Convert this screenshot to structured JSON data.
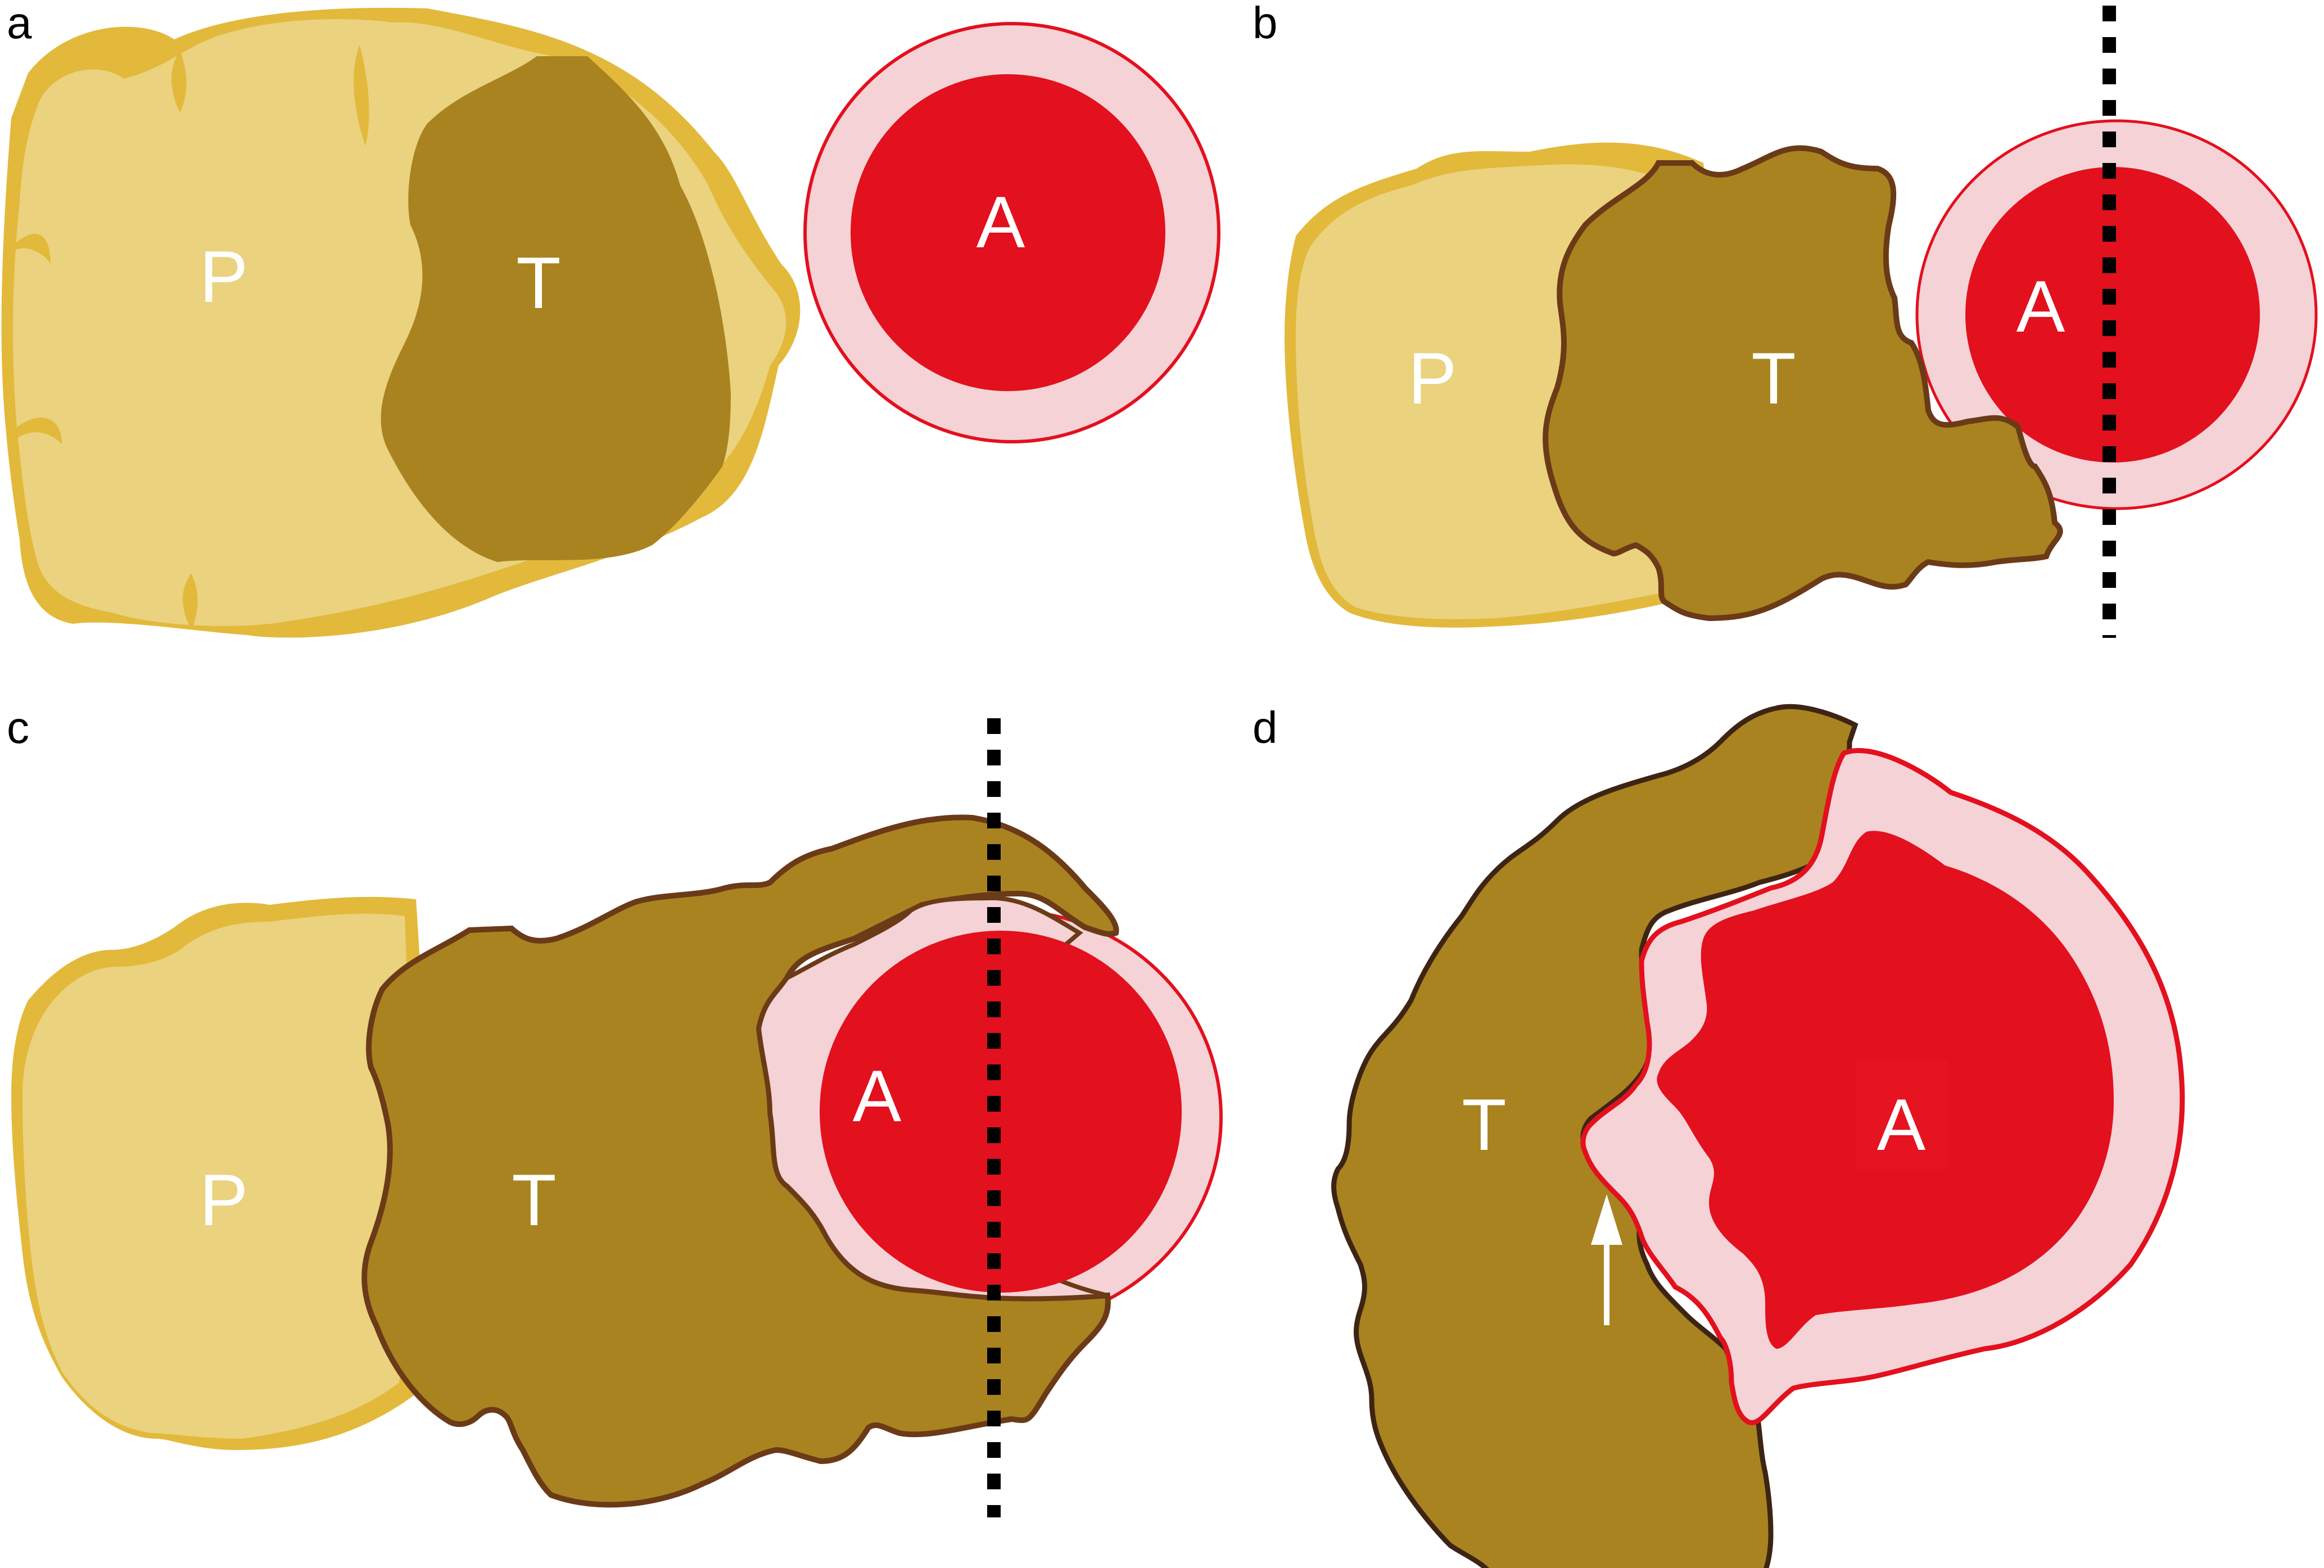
{
  "figure": {
    "panels": [
      {
        "id": "a",
        "letter": "a",
        "labels": {
          "pancreas": "P",
          "tumor": "T",
          "artery": "A"
        },
        "dashed_line": false
      },
      {
        "id": "b",
        "letter": "b",
        "labels": {
          "pancreas": "P",
          "tumor": "T",
          "artery": "A"
        },
        "dashed_line": true
      },
      {
        "id": "c",
        "letter": "c",
        "labels": {
          "pancreas": "P",
          "tumor": "T",
          "artery": "A"
        },
        "dashed_line": true
      },
      {
        "id": "d",
        "letter": "d",
        "labels": {
          "tumor": "T",
          "artery": "A"
        },
        "dashed_line": false,
        "arrow": "up-arrow"
      }
    ]
  },
  "colors": {
    "pancreas_fill": "#EAD27F",
    "pancreas_rim": "#E3B93B",
    "tumor_fill": "#A88320",
    "tumor_outline": "#6B3A17",
    "tumor_outline_d": "#3E2412",
    "artery_lumen": "#E3101E",
    "artery_wall": "#F4D2D6",
    "artery_outline": "#E3101E",
    "dashed_line": "#000000",
    "label_text": "#FFFFFF"
  }
}
